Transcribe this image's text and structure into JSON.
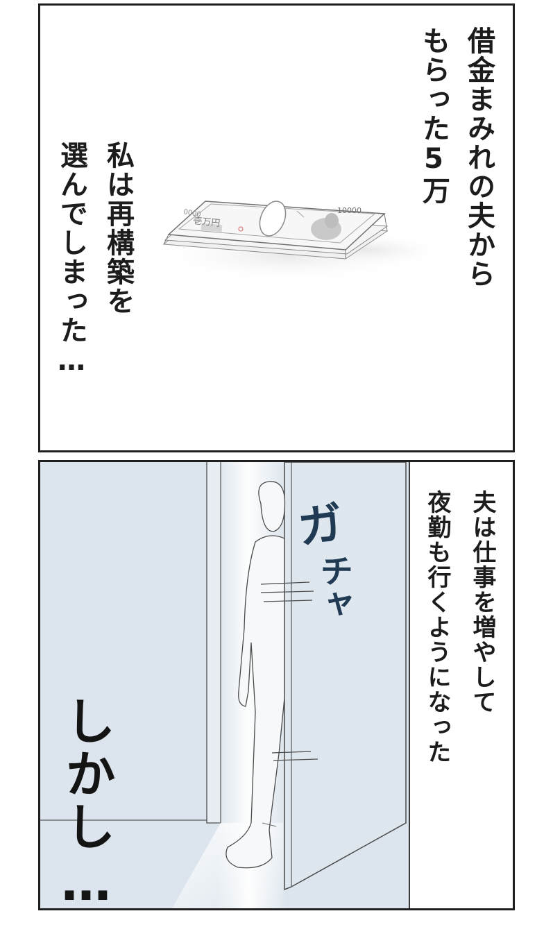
{
  "panel_top": {
    "caption_1": "借金まみれの夫から",
    "caption_2": "もらった5万",
    "caption_3": "私は再構築を",
    "caption_4": "選んでしまった…",
    "banknote": {
      "denomination_top": "10000",
      "denomination_left": "0000",
      "script_text": "壱万円"
    }
  },
  "panel_bottom": {
    "caption_1": "夫は仕事を増やして",
    "caption_2": "夜勤も行くようになった",
    "sfx_1": "ガ",
    "sfx_2": "チャ",
    "big_text": "しかし…"
  },
  "colors": {
    "panel_border": "#1f1f1f",
    "wall_blue": "#dce5ed",
    "sfx_navy": "#1f3a52"
  }
}
